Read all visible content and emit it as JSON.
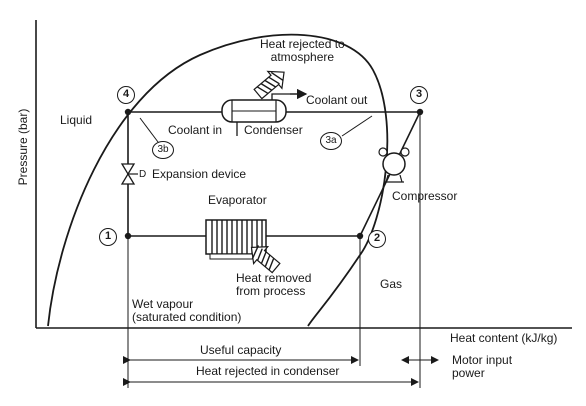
{
  "labels": {
    "y_axis": "Pressure (bar)",
    "x_axis": "Heat content (kJ/kg)",
    "liquid": "Liquid",
    "gas": "Gas",
    "heat_rejected": "Heat rejected to\natmosphere",
    "coolant_out": "Coolant out",
    "coolant_in": "Coolant in",
    "condenser": "Condenser",
    "expansion_device": "Expansion device",
    "compressor": "Compressor",
    "evaporator": "Evaporator",
    "heat_removed": "Heat removed\nfrom process",
    "wet_vapour": "Wet vapour\n(saturated condition)",
    "useful_capacity": "Useful capacity",
    "heat_rejected_condenser": "Heat rejected in condenser",
    "motor_input": "Motor input\npower",
    "expansion_symbol": "D"
  },
  "points": {
    "p1": "1",
    "p2": "2",
    "p3": "3",
    "p4": "4",
    "p3a": "3a",
    "p3b": "3b"
  }
}
